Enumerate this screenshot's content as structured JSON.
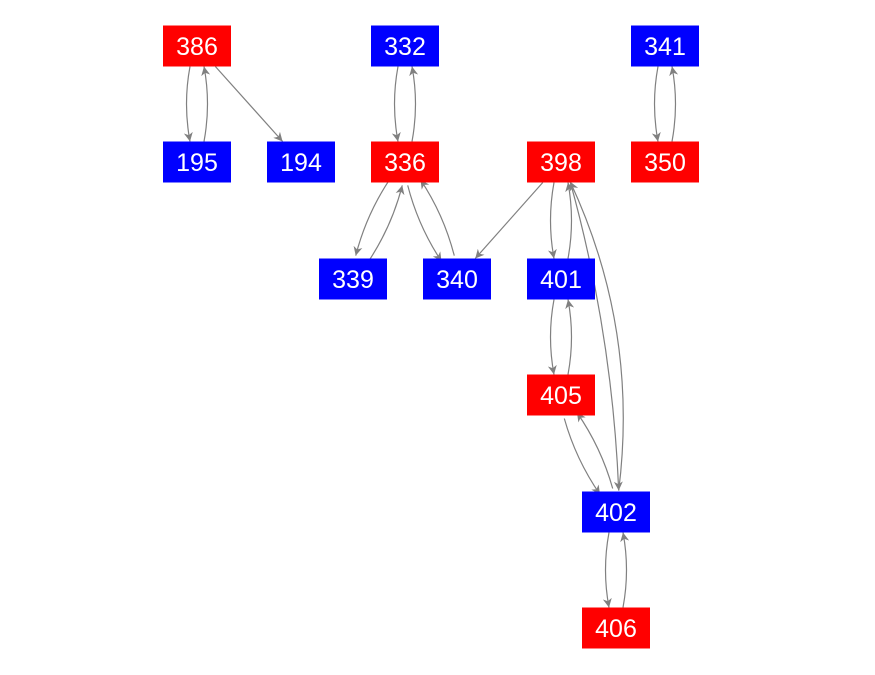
{
  "colors": {
    "red": "#ff0000",
    "blue": "#0000ff",
    "edge": "#808080",
    "label": "#ffffff"
  },
  "nodes": [
    {
      "id": "386",
      "color": "red"
    },
    {
      "id": "332",
      "color": "blue"
    },
    {
      "id": "341",
      "color": "blue"
    },
    {
      "id": "195",
      "color": "blue"
    },
    {
      "id": "194",
      "color": "blue"
    },
    {
      "id": "336",
      "color": "red"
    },
    {
      "id": "398",
      "color": "red"
    },
    {
      "id": "350",
      "color": "red"
    },
    {
      "id": "339",
      "color": "blue"
    },
    {
      "id": "340",
      "color": "blue"
    },
    {
      "id": "401",
      "color": "blue"
    },
    {
      "id": "405",
      "color": "red"
    },
    {
      "id": "402",
      "color": "blue"
    },
    {
      "id": "406",
      "color": "red"
    }
  ],
  "edges": [
    {
      "from": "386",
      "to": "195"
    },
    {
      "from": "195",
      "to": "386"
    },
    {
      "from": "386",
      "to": "194"
    },
    {
      "from": "332",
      "to": "336"
    },
    {
      "from": "336",
      "to": "332"
    },
    {
      "from": "341",
      "to": "350"
    },
    {
      "from": "350",
      "to": "341"
    },
    {
      "from": "336",
      "to": "339"
    },
    {
      "from": "339",
      "to": "336"
    },
    {
      "from": "336",
      "to": "340"
    },
    {
      "from": "340",
      "to": "336"
    },
    {
      "from": "398",
      "to": "340"
    },
    {
      "from": "398",
      "to": "401"
    },
    {
      "from": "401",
      "to": "398"
    },
    {
      "from": "398",
      "to": "402"
    },
    {
      "from": "402",
      "to": "398"
    },
    {
      "from": "401",
      "to": "405"
    },
    {
      "from": "405",
      "to": "401"
    },
    {
      "from": "405",
      "to": "402"
    },
    {
      "from": "402",
      "to": "405"
    },
    {
      "from": "402",
      "to": "406"
    },
    {
      "from": "406",
      "to": "402"
    }
  ]
}
